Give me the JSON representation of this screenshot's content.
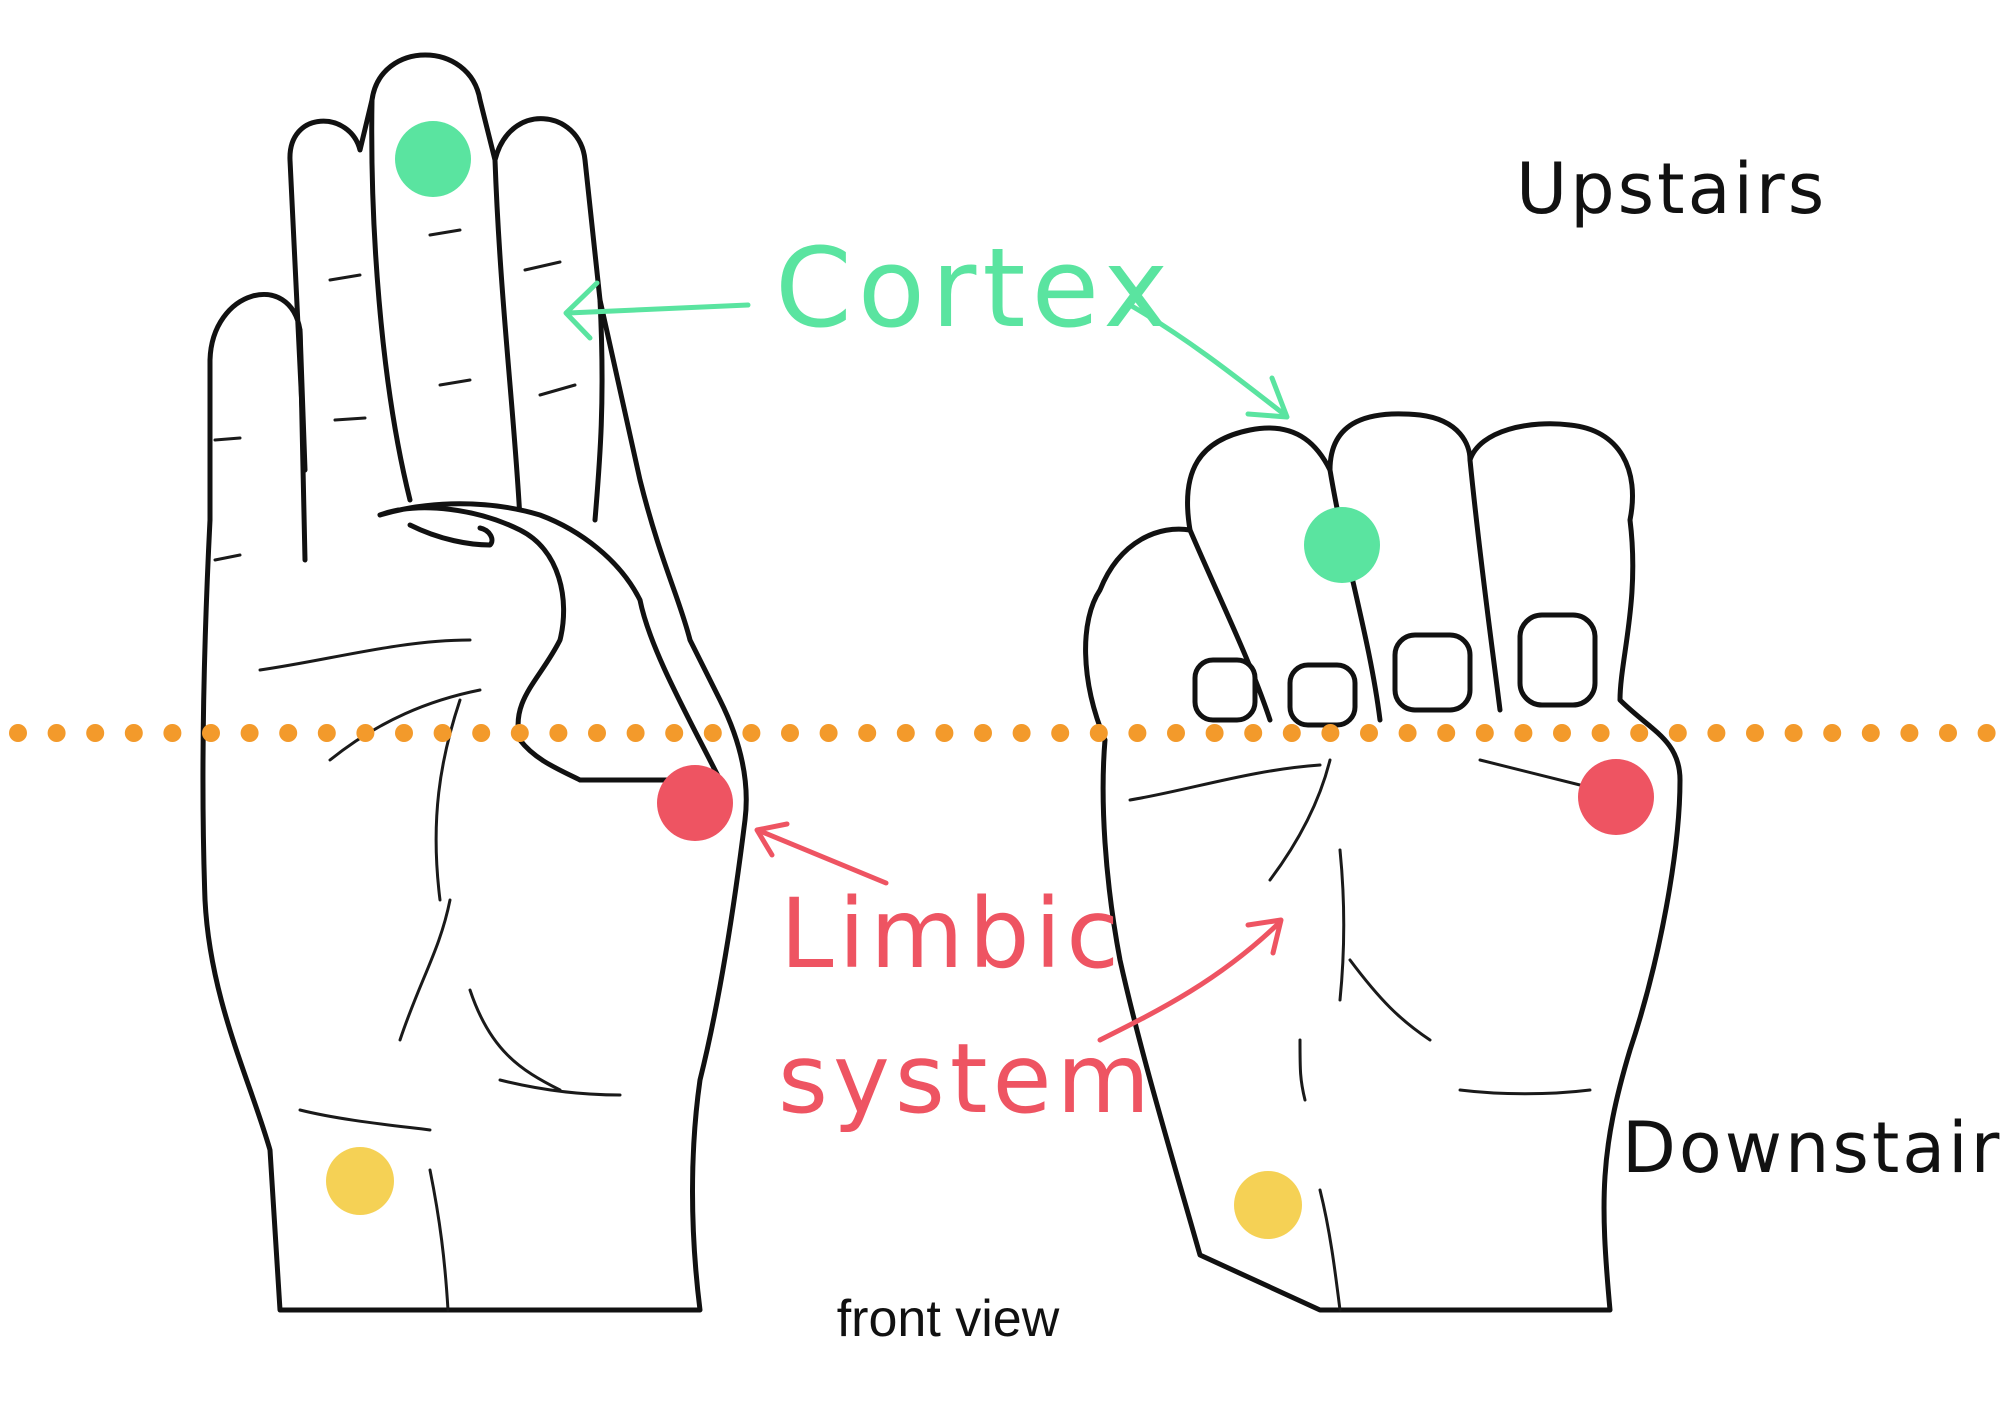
{
  "labels": {
    "cortex": "Cortex",
    "limbic_line1": "Limbic",
    "limbic_line2": "system",
    "upstairs": "Upstairs",
    "downstairs": "Downstairs",
    "caption": "front view"
  },
  "colors": {
    "cortex": "#5ae4a0",
    "limbic": "#ee5462",
    "brainstem": "#f5d155",
    "divider": "#f39a2b",
    "outline": "#111111"
  }
}
